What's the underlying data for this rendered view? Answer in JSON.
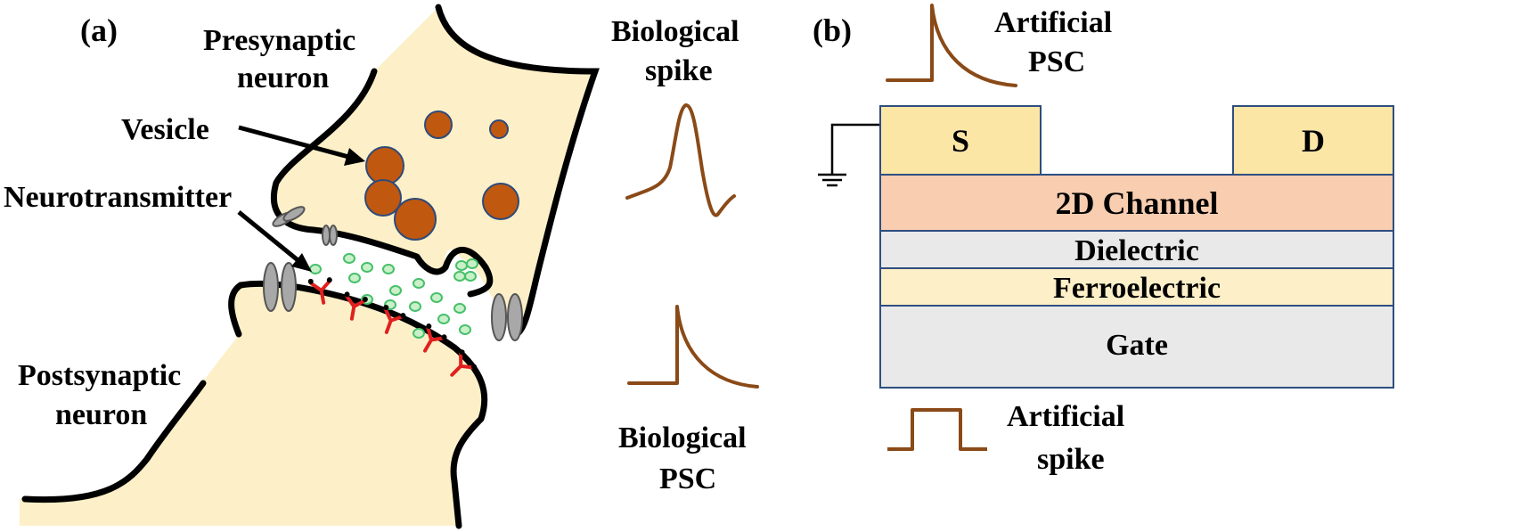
{
  "panel_a": {
    "tag": "(a)",
    "presynaptic": [
      "Presynaptic",
      "neuron"
    ],
    "postsynaptic": [
      "Postsynaptic",
      "neuron"
    ],
    "vesicle": "Vesicle",
    "neurotransmitter": "Neurotransmitter",
    "bio_spike": [
      "Biological",
      "spike"
    ],
    "bio_psc": [
      "Biological",
      "PSC"
    ]
  },
  "panel_b": {
    "tag": "(b)",
    "artificial_psc": [
      "Artificial",
      "PSC"
    ],
    "artificial_spike": [
      "Artificial",
      "spike"
    ],
    "source": "S",
    "drain": "D",
    "channel": "2D Channel",
    "dielectric": "Dielectric",
    "ferroelectric": "Ferroelectric",
    "gate": "Gate"
  },
  "colors": {
    "neuron_fill": "#fdf0c8",
    "vesicle": "#c0580f",
    "vesicle_edge": "#2f4a7a",
    "neurotransmitter": "#46c06a",
    "receptor": "#e02020",
    "channel_protein": "#a8a8a8",
    "waveform": "#8a4a17",
    "electrode": "#fce6a6",
    "channel_layer": "#f8cdb0",
    "dielectric_layer": "#e9e9e9",
    "ferroelectric_layer": "#fdf0c8",
    "gate_layer": "#e9e9e9",
    "layer_edge": "#2e4e80"
  }
}
